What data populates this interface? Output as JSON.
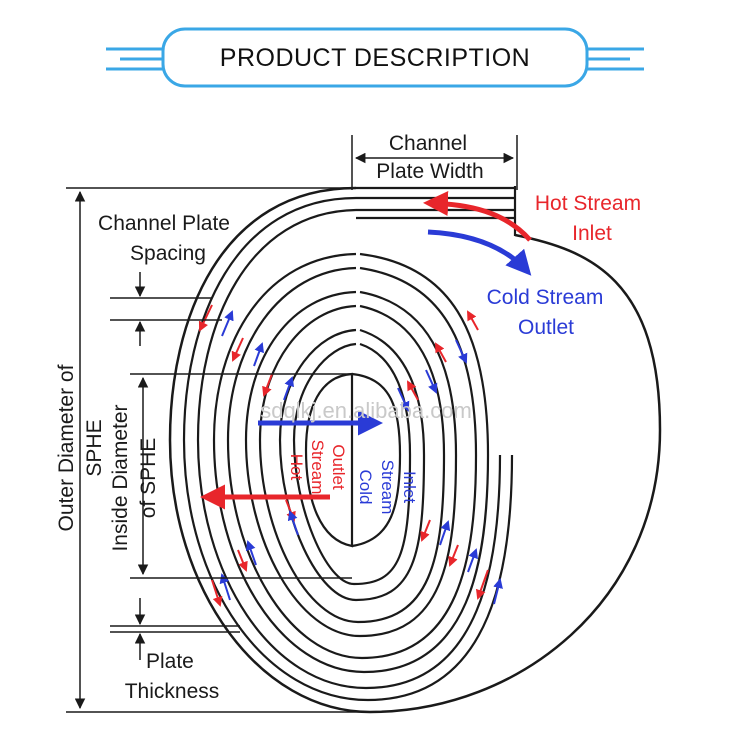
{
  "header": {
    "title": "PRODUCT DESCRIPTION"
  },
  "diagram": {
    "labels": {
      "channel_width_1": "Channel",
      "channel_width_2": "Plate Width",
      "plate_spacing_1": "Channel Plate",
      "plate_spacing_2": "Spacing",
      "hot_inlet_1": "Hot Stream",
      "hot_inlet_2": "Inlet",
      "cold_outlet_1": "Cold Stream",
      "cold_outlet_2": "Outlet",
      "hot_outlet_1": "Hot",
      "hot_outlet_2": "Stream",
      "hot_outlet_3": "Outlet",
      "cold_inlet_1": "Cold",
      "cold_inlet_2": "Stream",
      "cold_inlet_3": "Inlet",
      "outer_dia_1": "Outer Diameter of",
      "outer_dia_2": "SPHE",
      "inner_dia_1": "Inside Diameter",
      "inner_dia_2": "of SPHE",
      "plate_thk_1": "Plate",
      "plate_thk_2": "Thickness"
    },
    "watermark": "sdqlkj.en.alibaba.com"
  },
  "colors": {
    "accent": "#3aa7e6",
    "hot": "#e8262b",
    "cold": "#2a3bd6",
    "line": "#1a1a1a"
  }
}
